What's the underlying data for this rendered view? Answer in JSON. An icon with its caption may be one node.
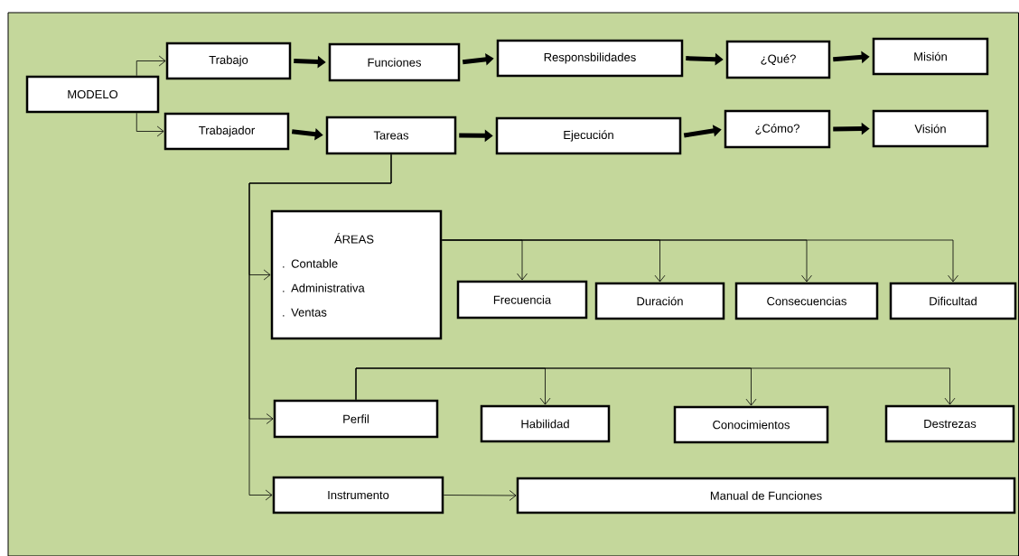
{
  "diagram": {
    "nodes": [
      {
        "text": [
          "MODELO"
        ]
      },
      {
        "text": [
          "Trabajo"
        ]
      },
      {
        "text": [
          "Funciones"
        ]
      },
      {
        "text": [
          "Responsbilidades"
        ]
      },
      {
        "text": [
          "¿Qué?"
        ]
      },
      {
        "text": [
          "Misión"
        ]
      },
      {
        "text": [
          "Trabajador"
        ]
      },
      {
        "text": [
          "Tareas"
        ]
      },
      {
        "text": [
          "Ejecución"
        ]
      },
      {
        "text": [
          "¿Cómo?"
        ]
      },
      {
        "text": [
          "Visión"
        ]
      },
      {
        "text": [
          "ÁREAS",
          ". Contable",
          ". Administrativa",
          ". Ventas"
        ]
      },
      {
        "text": [
          "Frecuencia"
        ]
      },
      {
        "text": [
          "Duración"
        ]
      },
      {
        "text": [
          "Consecuencias"
        ]
      },
      {
        "text": [
          "Dificultad"
        ]
      },
      {
        "text": [
          "Perfil"
        ]
      },
      {
        "text": [
          "Habilidad"
        ]
      },
      {
        "text": [
          "Conocimientos"
        ]
      },
      {
        "text": [
          "Destrezas"
        ]
      },
      {
        "text": [
          "Instrumento"
        ]
      },
      {
        "text": [
          "Manual de Funciones"
        ]
      }
    ],
    "edges": [
      {
        "from": 0,
        "to": 1,
        "arrow": "to"
      },
      {
        "from": 0,
        "to": 6,
        "arrow": "to"
      },
      {
        "from": 1,
        "to": 2,
        "arrow": "to",
        "style": "thick"
      },
      {
        "from": 2,
        "to": 3,
        "arrow": "to",
        "style": "thick"
      },
      {
        "from": 3,
        "to": 4,
        "arrow": "to",
        "style": "thick"
      },
      {
        "from": 4,
        "to": 5,
        "arrow": "to",
        "style": "thick"
      },
      {
        "from": 6,
        "to": 7,
        "arrow": "to",
        "style": "thick"
      },
      {
        "from": 7,
        "to": 8,
        "arrow": "to",
        "style": "thick"
      },
      {
        "from": 8,
        "to": 9,
        "arrow": "to",
        "style": "thick"
      },
      {
        "from": 9,
        "to": 10,
        "arrow": "to",
        "style": "thick"
      },
      {
        "from": 7,
        "to": 11,
        "arrow": "to"
      },
      {
        "from": 7,
        "to": 16,
        "arrow": "to"
      },
      {
        "from": 7,
        "to": 20,
        "arrow": "to"
      },
      {
        "from": 11,
        "to": 12,
        "arrow": "to"
      },
      {
        "from": 11,
        "to": 13,
        "arrow": "to"
      },
      {
        "from": 11,
        "to": 14,
        "arrow": "to"
      },
      {
        "from": 11,
        "to": 15,
        "arrow": "to"
      },
      {
        "from": 16,
        "to": 17,
        "arrow": "to"
      },
      {
        "from": 16,
        "to": 18,
        "arrow": "to"
      },
      {
        "from": 16,
        "to": 19,
        "arrow": "to"
      },
      {
        "from": 20,
        "to": 21,
        "arrow": "to"
      }
    ]
  }
}
